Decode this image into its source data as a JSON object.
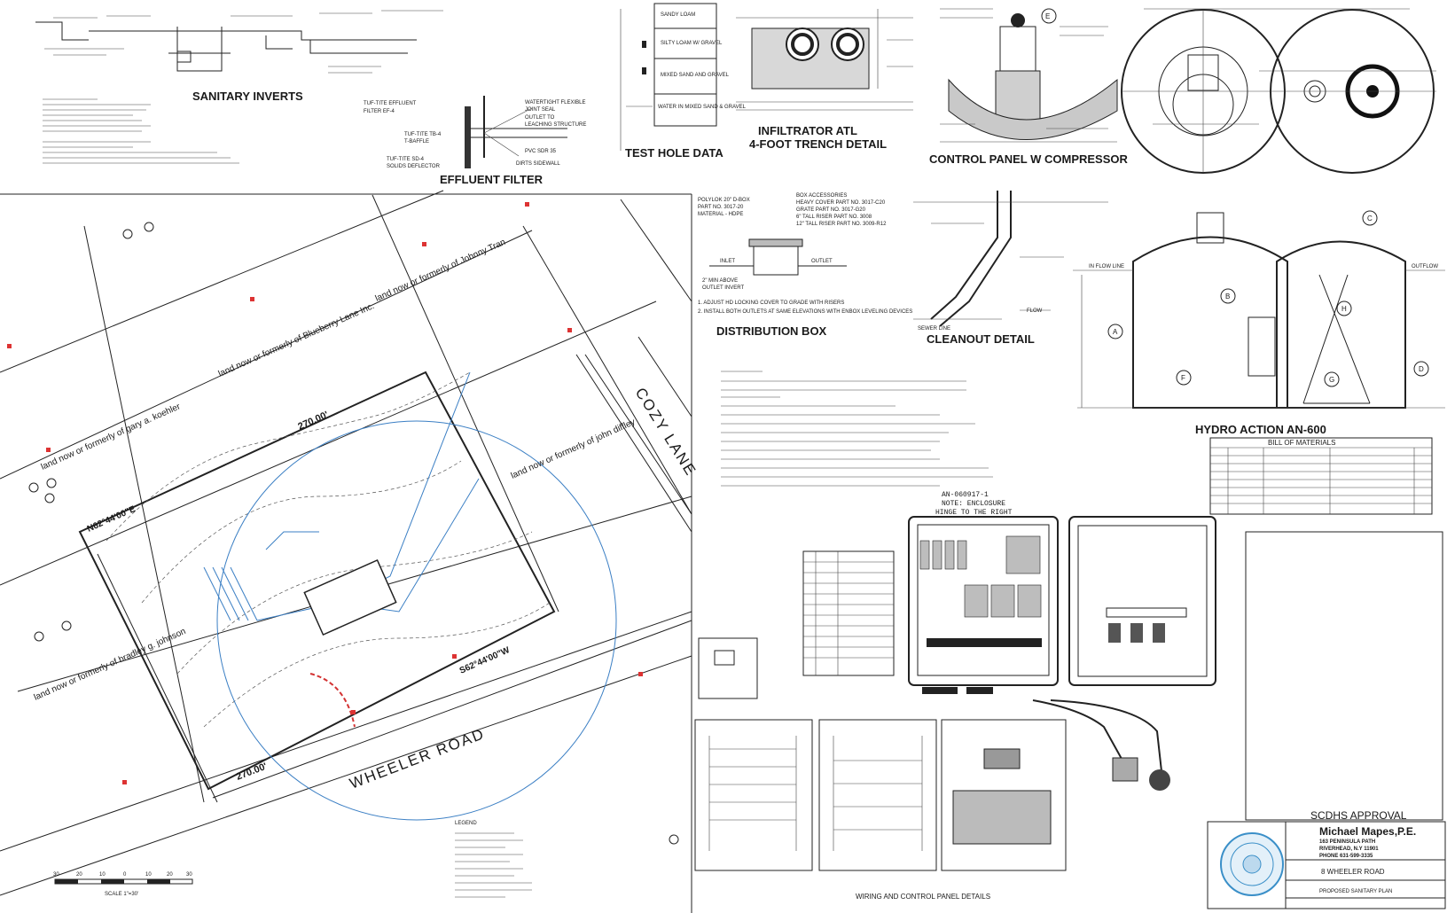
{
  "titles": {
    "sanitary_inverts": "SANITARY INVERTS",
    "effluent_filter": "EFFLUENT FILTER",
    "test_hole_data": "TEST HOLE DATA",
    "infiltrator_1": "INFILTRATOR ATL",
    "infiltrator_2": "4-FOOT TRENCH DETAIL",
    "control_panel": "CONTROL PANEL W COMPRESSOR",
    "distribution_box": "DISTRIBUTION BOX",
    "cleanout_detail": "CLEANOUT DETAIL",
    "hydro_action": "HYDRO ACTION AN-600",
    "bill_of_materials": "BILL OF MATERIALS",
    "wiring_details": "WIRING AND CONTROL PANEL DETAILS",
    "scdhs_approval": "SCDHS APPROVAL"
  },
  "effluent_filter_labels": {
    "tuf_tite_filter": "TUF-TITE EFFLUENT",
    "filter_ef4": "FILTER EF-4",
    "watertight_1": "WATERTIGHT FLEXIBLE",
    "watertight_2": "JOINT SEAL",
    "outlet_1": "OUTLET TO",
    "outlet_2": "LEACHING STRUCTURE",
    "pvc": "PVC SDR 35",
    "baffle_1": "TUF-TITE TB-4",
    "baffle_2": "T-BAFFLE",
    "deflector_1": "TUF-TITE SD-4",
    "deflector_2": "SOLIDS DEFLECTOR",
    "sidewall": "DIRTS SIDEWALL"
  },
  "test_hole_layers": [
    {
      "label": "SANDY LOAM"
    },
    {
      "label": "SILTY LOAM W/ GRAVEL"
    },
    {
      "label": "MIXED SAND AND GRAVEL"
    },
    {
      "label": "WATER IN MIXED SAND & GRAVEL"
    }
  ],
  "distribution_box_text": {
    "product_1": "POLYLOK 20\" D-BOX",
    "product_2": "PART NO. 3017-20",
    "product_3": "MATERIAL - HDPE",
    "acc_1": "BOX ACCESSORIES",
    "acc_2": "HEAVY COVER  PART NO. 3017-C20",
    "acc_3": "GRATE  PART NO. 3017-G20",
    "acc_4": "6\" TALL RISER  PART NO. 3008",
    "acc_5": "12\" TALL RISER  PART NO. 3009-R12",
    "inlet": "INLET",
    "outlet": "OUTLET",
    "above_1": "2\" MIN ABOVE",
    "above_2": "OUTLET INVERT",
    "note_1": "1. ADJUST HD LOCKING COVER TO GRADE WITH RISERS",
    "note_2": "2. INSTALL BOTH OUTLETS AT SAME ELEVATIONS WITH ENBOX LEVELING DEVICES"
  },
  "cleanout_labels": {
    "flow": "FLOW",
    "sewer_line": "SEWER LINE"
  },
  "hydro_labels": [
    "A",
    "B",
    "C",
    "D",
    "E",
    "F",
    "G",
    "H"
  ],
  "hydro_text": {
    "inflow": "IN FLOW LINE",
    "outflow": "OUTFLOW"
  },
  "panel_text": {
    "model": "AN-060917-1",
    "note": "NOTE: ENCLOSURE",
    "hinge": "HINGE TO THE RIGHT"
  },
  "site_labels": {
    "cozy_lane": "COZY LANE",
    "wheeler_road": "WHEELER ROAD",
    "land_johnny": "land now or formerly of Johnny Tran",
    "land_blueberry": "land now or formerly of Blueberry Lane Inc.",
    "land_gary": "land now or formerly of gary a. koehler",
    "land_john": "land now or formerly of john diffley",
    "land_bradley": "land now or formerly of bradley g. johnson",
    "dim_top": "270.00'",
    "dim_bottom": "270.00'",
    "bearing_1": "N62°44'00\"E",
    "bearing_2": "S62°44'00\"W",
    "scale": "SCALE 1\"=30'",
    "legend": "LEGEND"
  },
  "scale_ticks": [
    "30",
    "20",
    "10",
    "0",
    "10",
    "20",
    "30"
  ],
  "engineer": {
    "name": "Michael Mapes,P.E.",
    "address_1": "163 PENINSULA PATH",
    "address_2": "RIVERHEAD, N.Y 11901",
    "phone": "PHONE 631-599-3335",
    "project": "8 WHEELER ROAD",
    "sheet_title": "PROPOSED SANITARY PLAN"
  },
  "colors": {
    "ink": "#1a1a1a",
    "blue": "#3b7fc4",
    "red": "#d33333",
    "seal": "#3a8fc8"
  }
}
